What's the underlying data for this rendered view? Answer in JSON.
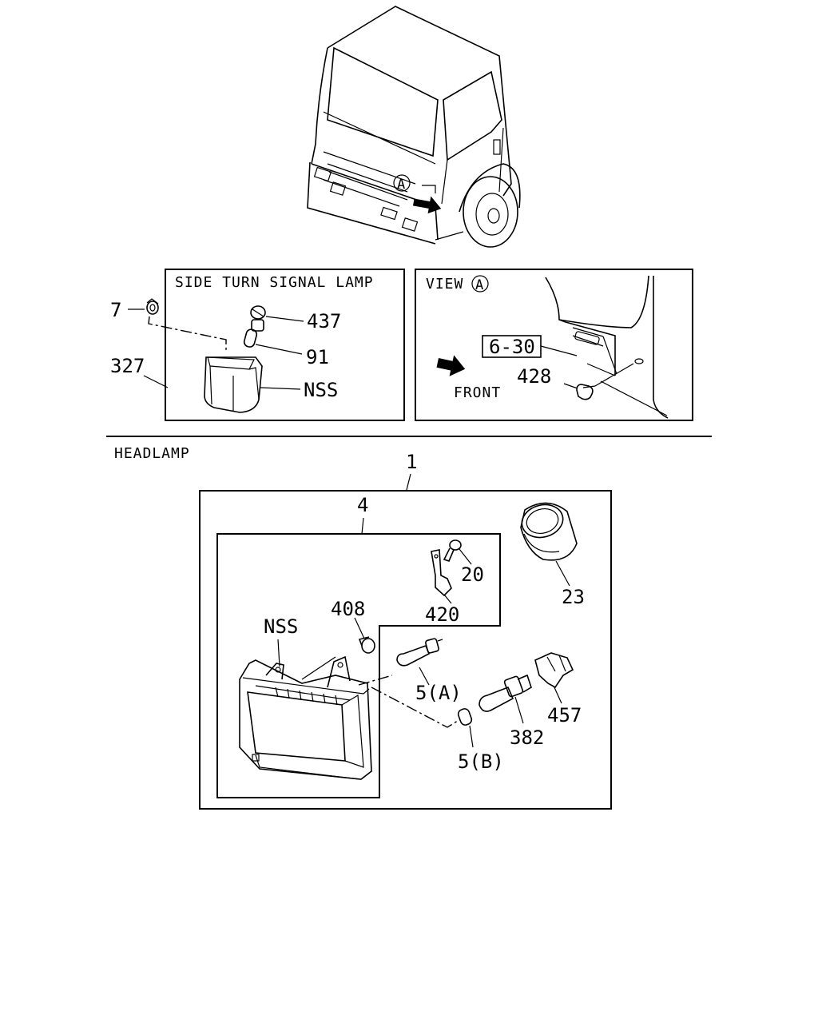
{
  "sections": {
    "side_turn_signal_title": "SIDE TURN SIGNAL LAMP",
    "view_title": "VIEW",
    "view_marker": "A",
    "headlamp_title": "HEADLAMP"
  },
  "truck": {
    "view_marker": "A"
  },
  "view_panel": {
    "ref_box": "6-30",
    "front_label": "FRONT"
  },
  "labels": {
    "p7": "7",
    "p327": "327",
    "p437": "437",
    "p91": "91",
    "p_nss_side": "NSS",
    "p428": "428",
    "p1": "1",
    "p4": "4",
    "p20": "20",
    "p420": "420",
    "p23": "23",
    "p408": "408",
    "p_nss_head": "NSS",
    "p5a": "5(A)",
    "p5b": "5(B)",
    "p382": "382",
    "p457": "457"
  },
  "icons": [
    "truck-cab-illustration",
    "front-arrow-icon",
    "side-lamp-lens",
    "headlamp-unit",
    "bulb-icon",
    "bolt-icon",
    "bracket-icon",
    "ring-cap",
    "socket-icon"
  ]
}
